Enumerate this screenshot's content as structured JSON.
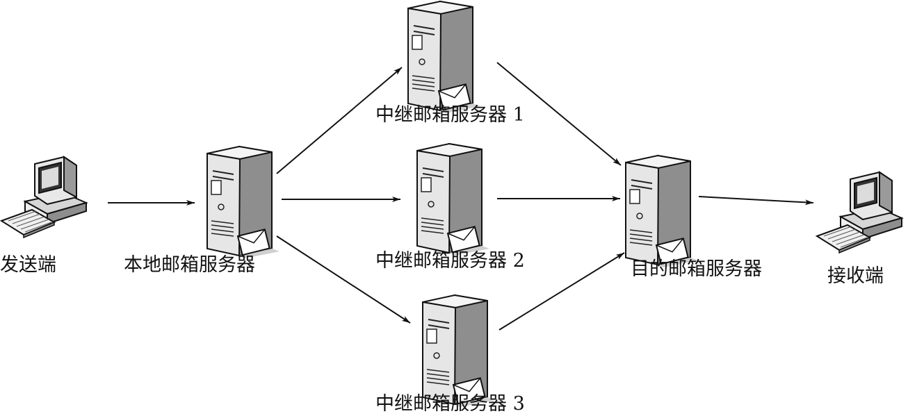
{
  "diagram": {
    "nodes": {
      "sender": {
        "label": "发送端",
        "icon": "desktop-computer-icon"
      },
      "local_server": {
        "label": "本地邮箱服务器",
        "icon": "mail-server-icon"
      },
      "relay1": {
        "label": "中继邮箱服务器 1",
        "icon": "mail-server-icon"
      },
      "relay2": {
        "label": "中继邮箱服务器 2",
        "icon": "mail-server-icon"
      },
      "relay3": {
        "label": "中继邮箱服务器 3",
        "icon": "mail-server-icon"
      },
      "dest_server": {
        "label": "目的邮箱服务器",
        "icon": "mail-server-icon"
      },
      "receiver": {
        "label": "接收端",
        "icon": "desktop-computer-icon"
      }
    },
    "edges": [
      {
        "from": "sender",
        "to": "local_server"
      },
      {
        "from": "local_server",
        "to": "relay1"
      },
      {
        "from": "local_server",
        "to": "relay2"
      },
      {
        "from": "local_server",
        "to": "relay3"
      },
      {
        "from": "relay1",
        "to": "dest_server"
      },
      {
        "from": "relay2",
        "to": "dest_server"
      },
      {
        "from": "relay3",
        "to": "dest_server"
      },
      {
        "from": "dest_server",
        "to": "receiver"
      }
    ]
  }
}
